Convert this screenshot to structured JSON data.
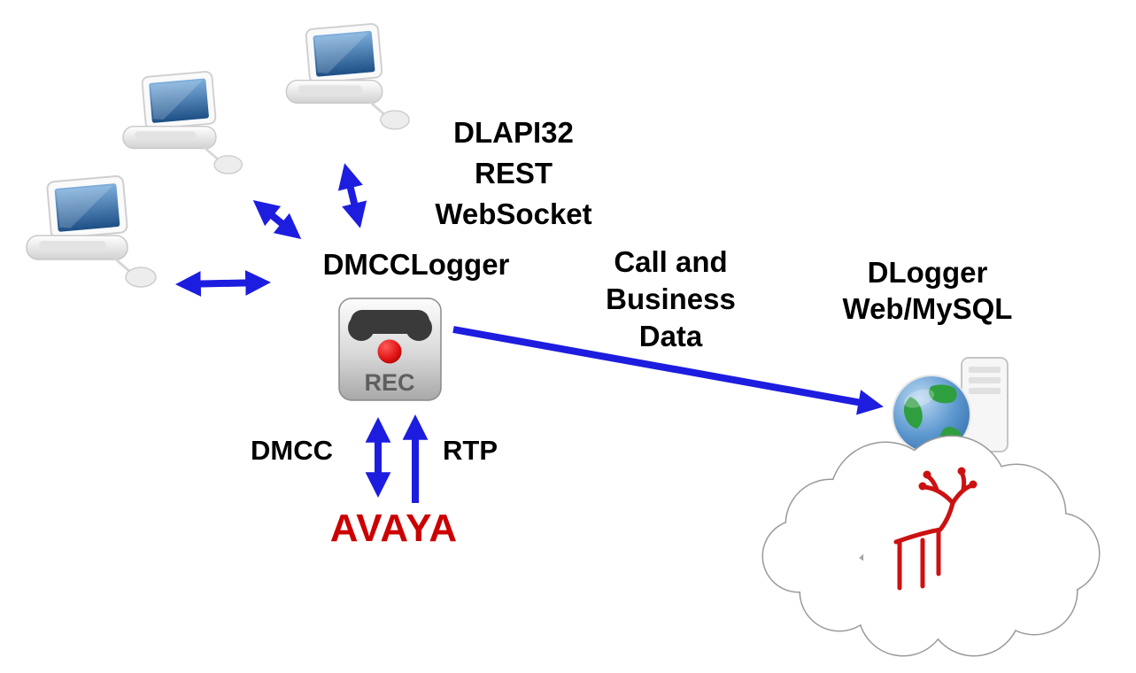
{
  "colors": {
    "arrow": "#1d1de0",
    "avaya": "#cc0000",
    "moose": "#cc1111",
    "text": "#000000"
  },
  "labels": {
    "api_stack": [
      "DLAPI32",
      "REST",
      "WebSocket"
    ],
    "dmcclogger": "DMCCLogger",
    "call_data": [
      "Call and",
      "Business",
      "Data"
    ],
    "dlogger": [
      "DLogger",
      "Web/MySQL"
    ],
    "dmcc": "DMCC",
    "rtp": "RTP",
    "avaya": "AVAYA",
    "rec": "REC"
  },
  "icons": {
    "clients": "laptop-icon",
    "recorder": "call-recorder-rec-icon",
    "server": "globe-server-icon",
    "cloud": "cloud-shape",
    "logo_in_cloud": "moose-line-art-icon"
  }
}
